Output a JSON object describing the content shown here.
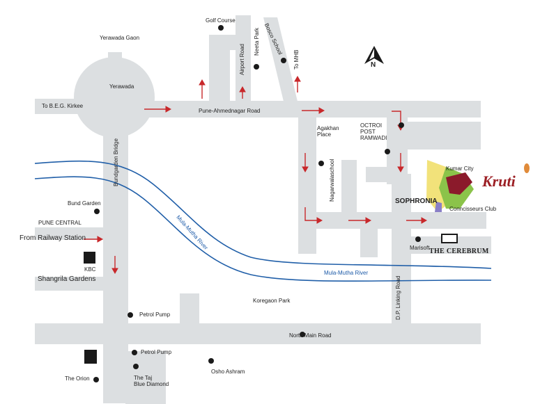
{
  "map": {
    "brand": "Kruti",
    "compass_label": "N",
    "road_labels": {
      "pune_ahmednagar": "Pune-Ahmednagar Road",
      "north_main": "North Main Road",
      "airport": "Airport Road",
      "neeta_park": "Neeta Park",
      "bosco_school": "Bosco School",
      "to_mhb": "To MHB",
      "bundgarden_bridge": "Bundgarden Bridge",
      "nagarwalaschool": "Nagarwalaschool",
      "dp_linking": "D.P. Linking Road",
      "to_beg": "To B.E.G. Kirkee"
    },
    "river_labels": {
      "river_diagonal": "Mula-Mutha River",
      "river_lower": "Mula-Mutha River"
    },
    "places": {
      "golf_course": "Golf Course",
      "yerawada_gaon": "Yerawada Gaon",
      "yerawada": "Yerawada",
      "agakhan_place": "Agakhan\nPlace",
      "octroi_post": "OCTROI\nPOST\nRAMWADI",
      "kumar_city": "Kumar City",
      "sophronia": "SOPHRONIA",
      "connoisseurs_club": "Conncisseurs Club",
      "bund_garden": "Bund Garden",
      "pune_central": "PUNE CENTRAL",
      "from_railway": "From Railway Station",
      "kbc": "KBC",
      "shangrila": "Shangrila Gardens",
      "marisoft": "Marisoft",
      "cerebrum": "THE CEREBRUM",
      "koregaon_park": "Koregaon Park",
      "petrol_pump_1": "Petrol Pump",
      "petrol_pump_2": "Petrol Pump",
      "the_taj": "The Taj\nBlue Diamond",
      "osho_ashram": "Osho Ashram",
      "the_orion": "The Orion"
    },
    "colors": {
      "road": "#dcdfe1",
      "river": "#1f5ea8",
      "arrow": "#c8282b",
      "brand": "#9c1f24",
      "building_red": "#8b1a2b",
      "building_green": "#8bc34a",
      "building_yellow": "#f2e27a",
      "building_purple": "#8a7fc7"
    }
  }
}
